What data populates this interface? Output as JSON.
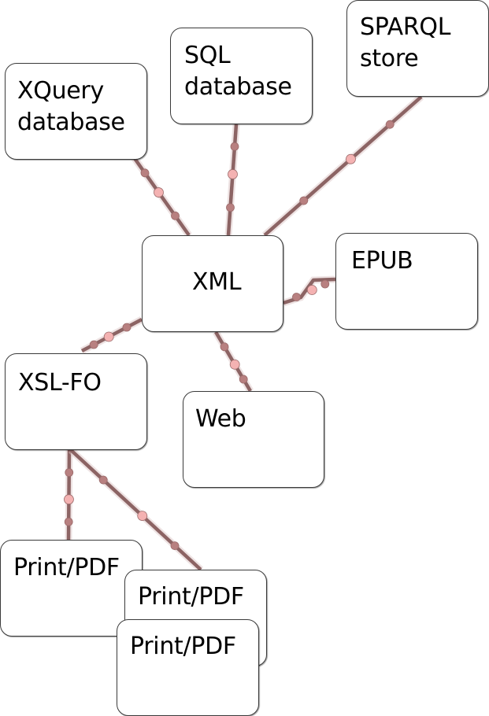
{
  "diagram": {
    "nodes": [
      {
        "id": "xquery",
        "label": "XQuery\ndatabase"
      },
      {
        "id": "sql",
        "label": "SQL\ndatabase"
      },
      {
        "id": "sparql",
        "label": "SPARQL\nstore"
      },
      {
        "id": "xml",
        "label": "XML"
      },
      {
        "id": "epub",
        "label": "EPUB"
      },
      {
        "id": "xslfo",
        "label": "XSL-FO"
      },
      {
        "id": "web",
        "label": "Web"
      },
      {
        "id": "print1",
        "label": "Print/PDF"
      },
      {
        "id": "print2",
        "label": "Print/PDF"
      },
      {
        "id": "print3",
        "label": "Print/PDF"
      }
    ],
    "edges": [
      {
        "from": "xml",
        "to": "xquery"
      },
      {
        "from": "xml",
        "to": "sql"
      },
      {
        "from": "xml",
        "to": "sparql"
      },
      {
        "from": "xml",
        "to": "epub"
      },
      {
        "from": "xml",
        "to": "xslfo"
      },
      {
        "from": "xml",
        "to": "web"
      },
      {
        "from": "xslfo",
        "to": "print1"
      },
      {
        "from": "xslfo",
        "to": "print2"
      }
    ],
    "colors": {
      "edge": "#8c6464",
      "blob": "#f4b2b2",
      "blob_dark": "#b88080",
      "border": "#3a3a3a"
    }
  }
}
